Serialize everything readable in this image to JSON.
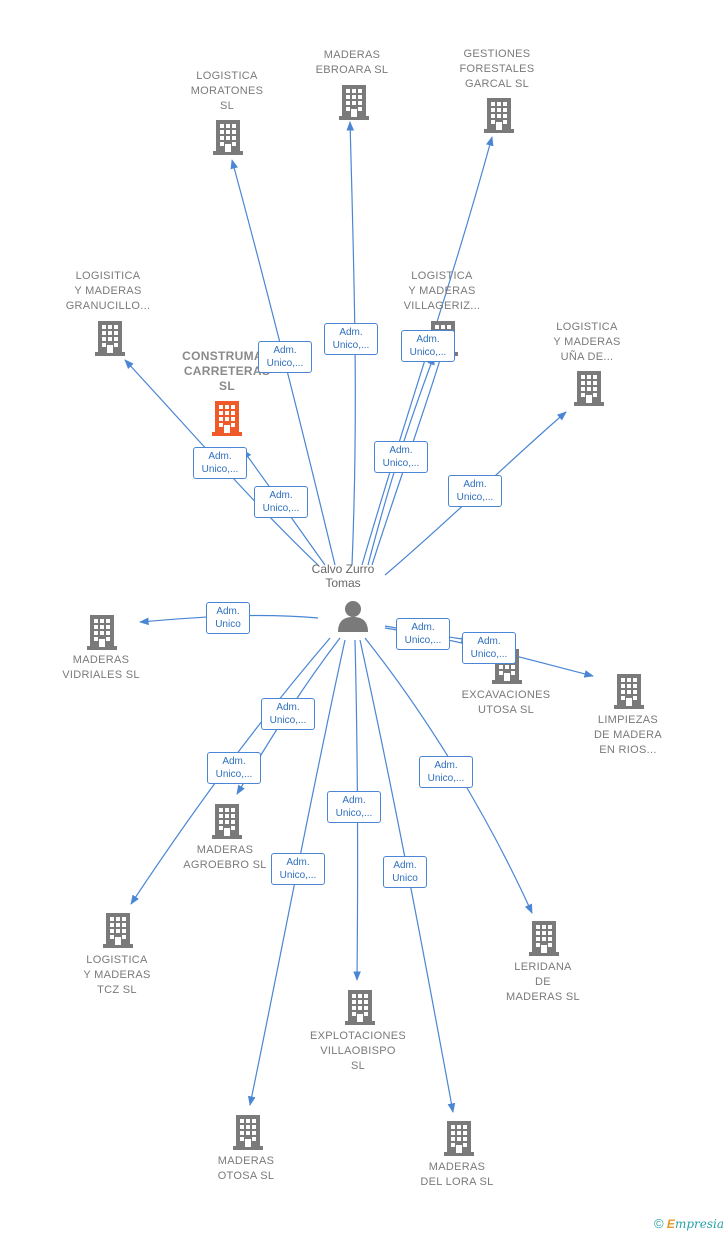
{
  "center": {
    "lines": [
      "Calvo Zurro",
      "Tomas"
    ]
  },
  "colors": {
    "edge": "#4a86d4",
    "building": "#7a7a7a",
    "main_building": "#f05a28",
    "person": "#7a7a7a"
  },
  "nodes": [
    {
      "id": "logistica-moratones",
      "lines": [
        "LOGISTICA",
        "MORATONES",
        "SL"
      ],
      "main": false
    },
    {
      "id": "maderas-ebroara",
      "lines": [
        "MADERAS",
        "EBROARA  SL"
      ],
      "main": false
    },
    {
      "id": "gestiones-forestales",
      "lines": [
        "GESTIONES",
        "FORESTALES",
        "GARCAL SL"
      ],
      "main": false
    },
    {
      "id": "logisitica-granucillo",
      "lines": [
        "LOGISITICA",
        "Y MADERAS",
        "GRANUCILLO..."
      ],
      "main": false
    },
    {
      "id": "logistica-villageriz",
      "lines": [
        "LOGISTICA",
        "Y MADERAS",
        "VILLAGERIZ..."
      ],
      "main": false
    },
    {
      "id": "logistica-una",
      "lines": [
        "LOGISTICA",
        "Y MADERAS",
        "UÑA DE..."
      ],
      "main": false
    },
    {
      "id": "construmar",
      "lines": [
        "CONSTRUMAR",
        "CARRETERAS",
        "SL"
      ],
      "main": true
    },
    {
      "id": "maderas-vidriales",
      "lines": [
        "MADERAS",
        "VIDRIALES SL"
      ],
      "main": false
    },
    {
      "id": "excavaciones-utosa",
      "lines": [
        "EXCAVACIONES",
        "UTOSA  SL"
      ],
      "main": false
    },
    {
      "id": "limpiezas",
      "lines": [
        "LIMPIEZAS",
        "DE MADERA",
        "EN RIOS..."
      ],
      "main": false
    },
    {
      "id": "maderas-agroebro",
      "lines": [
        "MADERAS",
        "AGROEBRO  SL"
      ],
      "main": false
    },
    {
      "id": "logistica-tcz",
      "lines": [
        "LOGISTICA",
        "Y MADERAS",
        "TCZ  SL"
      ],
      "main": false
    },
    {
      "id": "leridana",
      "lines": [
        "LERIDANA",
        "DE",
        "MADERAS  SL"
      ],
      "main": false
    },
    {
      "id": "explotaciones",
      "lines": [
        "EXPLOTACIONES",
        "VILLAOBISPO",
        "SL"
      ],
      "main": false
    },
    {
      "id": "maderas-otosa",
      "lines": [
        "MADERAS",
        "OTOSA  SL"
      ],
      "main": false
    },
    {
      "id": "maderas-del-lora",
      "lines": [
        "MADERAS",
        "DEL LORA  SL"
      ],
      "main": false
    }
  ],
  "edges": [
    {
      "id": "e-moratones",
      "lines": [
        "Adm.",
        "Unico,..."
      ]
    },
    {
      "id": "e-ebroara",
      "lines": [
        "Adm.",
        "Unico,..."
      ]
    },
    {
      "id": "e-garcal",
      "lines": [
        "Adm.",
        "Unico,..."
      ]
    },
    {
      "id": "e-villageriz",
      "lines": [
        "Adm.",
        "Unico,..."
      ]
    },
    {
      "id": "e-granucillo",
      "lines": [
        "Adm.",
        "Unico,..."
      ]
    },
    {
      "id": "e-construmar",
      "lines": [
        "Adm.",
        "Unico,..."
      ]
    },
    {
      "id": "e-una",
      "lines": [
        "Adm.",
        "Unico,..."
      ]
    },
    {
      "id": "e-vidriales",
      "lines": [
        "Adm.",
        "Unico"
      ]
    },
    {
      "id": "e-excavaciones",
      "lines": [
        "Adm.",
        "Unico,..."
      ]
    },
    {
      "id": "e-limpiezas",
      "lines": [
        "Adm.",
        "Unico,..."
      ]
    },
    {
      "id": "e-agroebro",
      "lines": [
        "Adm.",
        "Unico,..."
      ]
    },
    {
      "id": "e-tcz",
      "lines": [
        "Adm.",
        "Unico,..."
      ]
    },
    {
      "id": "e-leridana",
      "lines": [
        "Adm.",
        "Unico,..."
      ]
    },
    {
      "id": "e-explotaciones",
      "lines": [
        "Adm.",
        "Unico,..."
      ]
    },
    {
      "id": "e-otosa",
      "lines": [
        "Adm.",
        "Unico,..."
      ]
    },
    {
      "id": "e-lora",
      "lines": [
        "Adm.",
        "Unico"
      ]
    }
  ],
  "footer": {
    "copyright": "©",
    "brand_initial": "E",
    "brand_rest": "mpresia"
  }
}
